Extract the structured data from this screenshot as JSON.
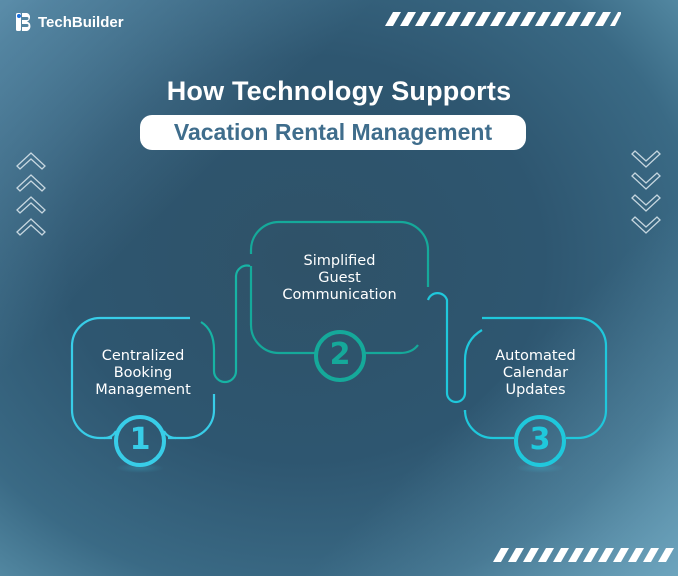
{
  "brand": {
    "name": "TechBuilder",
    "logo_icon": "techbuilder-logo-icon"
  },
  "header": {
    "title": "How Technology Supports",
    "subtitle": "Vacation Rental Management"
  },
  "steps": [
    {
      "number": "1",
      "label_lines": [
        "Centralized",
        "Booking",
        "Management"
      ],
      "color": "#38cde8"
    },
    {
      "number": "2",
      "label_lines": [
        "Simplified",
        "Guest",
        "Communication"
      ],
      "color": "#15a99a"
    },
    {
      "number": "3",
      "label_lines": [
        "Automated",
        "Calendar",
        "Updates"
      ],
      "color": "#1fc8dc"
    }
  ],
  "decorations": {
    "left_chevrons": "chevron-up-icon",
    "right_chevrons": "chevron-down-icon",
    "stripes": "diagonal-stripes"
  },
  "colors": {
    "background": "#2f566e",
    "white": "#ffffff",
    "subtitle_text": "#3f6d8c",
    "step1": "#38cde8",
    "step2": "#15a99a",
    "step3": "#1fc8dc"
  }
}
